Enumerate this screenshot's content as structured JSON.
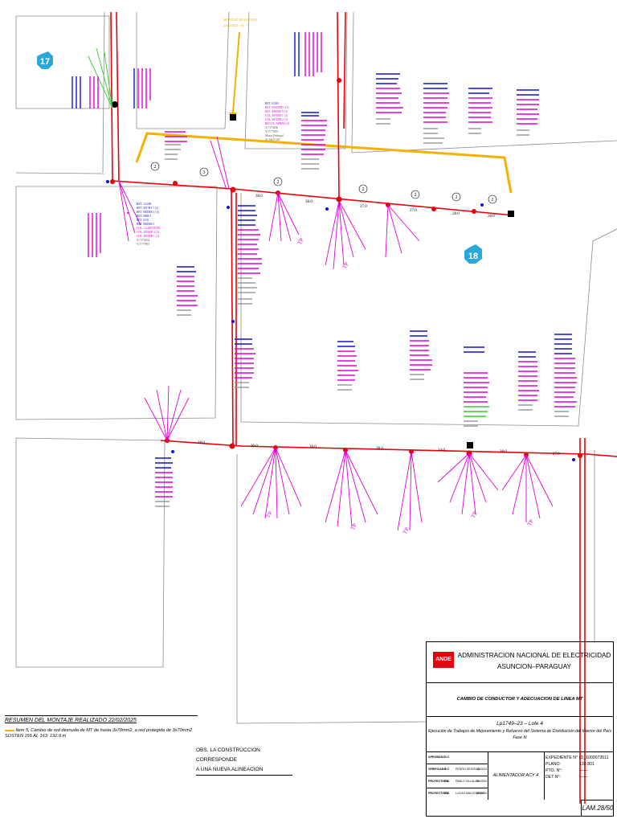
{
  "circle_markers": [
    "17",
    "18"
  ],
  "annotation_top": {
    "line1": "MONTAJE REALIZADO",
    "line2": "22/02/2025 - nT"
  },
  "span_numbers": [
    "2",
    "3",
    "2",
    "2",
    "2",
    "2",
    "2"
  ],
  "span_lengths": [
    "38.0",
    "38.0",
    "27.0",
    "27.0",
    "28.0",
    "28.0",
    "28.0",
    "30.0",
    "38.0",
    "38.0",
    "34.0",
    "28.0",
    "27.0"
  ],
  "service_label": "TP",
  "pole_label_group_a": [
    "RET. 12/200",
    "RET. MT/BT 1 (1)",
    "RET. REDBS 1 (3)",
    "RET. BMS 1",
    "RET. 6/50",
    "RET. REDBS 1",
    "COL. 12/200/NCRE",
    "COL. EPAEB 4 (3)",
    "COL. EPAEB 1 (3)",
    "X:7174434",
    "Y:7177903"
  ],
  "pole_label_group_b": [
    "RET. 9/200",
    "RET. PATEMP 3 (3)",
    "RET. REDBS 5 (3)",
    "COL. EPAEB 1 (3)",
    "COL. EPAEB 2 (3)",
    "RECOL. APRBS (3)",
    "X:7174456",
    "Y:7177899",
    "Marca Pedregal",
    "Nº Jab 9/245"
  ],
  "title_block": {
    "logo": "ANDE",
    "org_line1": "ADMINISTRACION NACIONAL DE ELECTRICIDAD",
    "org_line2": "ASUNCION–PARAGUAY",
    "project_title": "CAMBIO DE CONDUCTOR Y ADECUACION DE LINEA MT",
    "lot": "Lp1749–23  –  Lote 4",
    "description": "Ejecución de Trabajos de Mejoramiento y Refuerzo del Sistema de Distribución del Interior del País",
    "phase": "Fase III",
    "feeder": "ALIMENTADOR ACY 4",
    "rows": [
      {
        "role": "APROBADO",
        "who": "ING.",
        "name": "",
        "date": ""
      },
      {
        "role": "VERIFICADO",
        "who": "ING.",
        "name": "PEDRO SEGOVIA",
        "date": "10/2024"
      },
      {
        "role": "PROYECTISTA",
        "who": "ING.",
        "name": "PABLO VILLALBA",
        "date": "10/2024"
      },
      {
        "role": "PROYECTISTA",
        "who": "ING.",
        "name": "LUCAS MALDONADO",
        "date": "10/2024"
      }
    ],
    "fields": [
      {
        "label": "EXPEDIENTE N°",
        "value": "ID_1000073511"
      },
      {
        "label": "PLANO:",
        "value": "133.801"
      },
      {
        "label": "PTO. N°:",
        "value": "——"
      },
      {
        "label": "DET N°:",
        "value": "——"
      }
    ],
    "sheet": "LAM.28/50"
  },
  "summary": {
    "title": "RESUMEN DEL MONTAJE REALIZADO 22/02/2025",
    "item": "Item 5, Cambio de red  desnuda de MT de hasta 3x70mm2, a  red protegida de 3x70mm2",
    "span": "SOSTEN 155 AL 163: 192.9 m"
  },
  "obs": {
    "line1": "OBS. LA CONSTRUCCION CORRESPONDE",
    "line2": "A UNA NUEVA ALINEACION"
  },
  "colors": {
    "mt_line": "#e8000b",
    "label_magenta": "#e000d0",
    "label_blue": "#1010d8",
    "highlight": "#f5b000",
    "label_green": "#33cc33",
    "ande_red": "#e8000b",
    "marker_cyan": "#2aa8d8"
  }
}
